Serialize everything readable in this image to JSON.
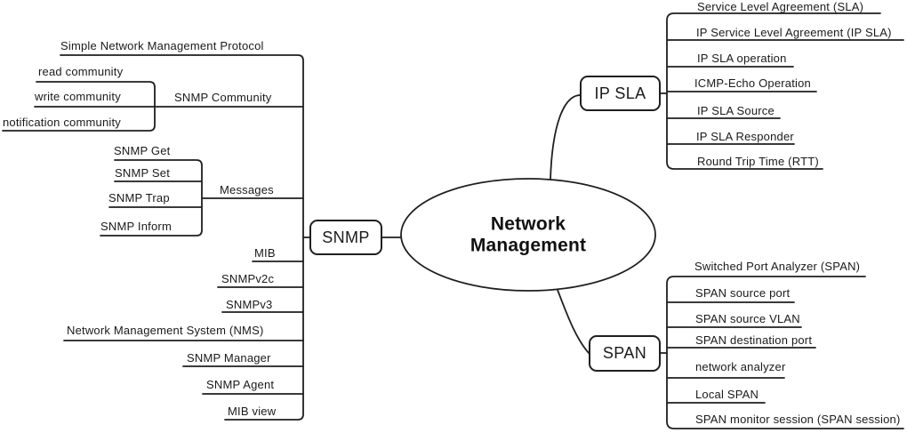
{
  "title": "Network Management",
  "center": {
    "label": "Network Management"
  },
  "branches": {
    "snmp": {
      "node_label": "SNMP",
      "root_item": "Simple Network Management Protocol",
      "community": {
        "label": "SNMP Community",
        "children": [
          "read community",
          "write community",
          "notification community"
        ]
      },
      "messages": {
        "label": "Messages",
        "children": [
          "SNMP Get",
          "SNMP Set",
          "SNMP Trap",
          "SNMP Inform"
        ]
      },
      "items": [
        "MIB",
        "SNMPv2c",
        "SNMPv3",
        "Network Management System (NMS)",
        "SNMP Manager",
        "SNMP Agent",
        "MIB view"
      ]
    },
    "ipsla": {
      "node_label": "IP SLA",
      "items": [
        "Service Level Agreement (SLA)",
        "IP Service Level Agreement (IP SLA)",
        "IP SLA operation",
        "ICMP-Echo Operation",
        "IP SLA Source",
        "IP SLA Responder",
        "Round Trip Time (RTT)"
      ]
    },
    "span": {
      "node_label": "SPAN",
      "items": [
        "Switched Port Analyzer (SPAN)",
        "SPAN source port",
        "SPAN source VLAN",
        "SPAN destination port",
        "network analyzer",
        "Local SPAN",
        "SPAN monitor session (SPAN session)"
      ]
    }
  },
  "colors": {
    "line": "#1f1f1f",
    "text": "#1a1a1a",
    "background": "#ffffff"
  }
}
